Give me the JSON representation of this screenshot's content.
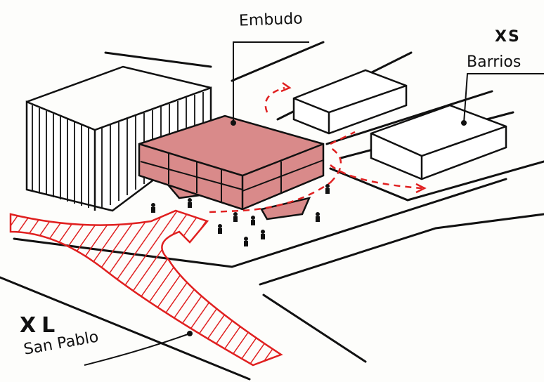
{
  "labels": {
    "embudo": "Embudo",
    "xs": "XS",
    "barrios": "Barrios",
    "xl": "XL",
    "san_pablo": "San Pablo"
  },
  "colors": {
    "ink": "#111111",
    "accent_red": "#e02020",
    "building_fill": "#d98a8a"
  }
}
